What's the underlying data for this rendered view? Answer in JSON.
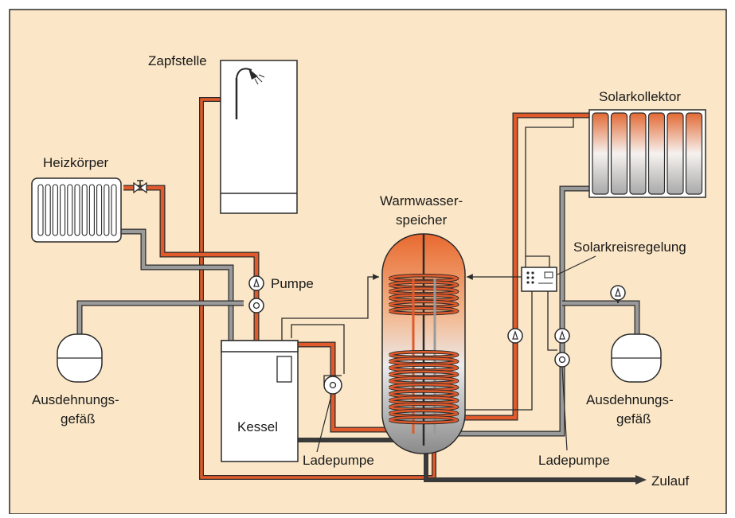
{
  "labels": {
    "zapfstelle": "Zapfstelle",
    "heizkoerper": "Heizkörper",
    "solarkollektor": "Solarkollektor",
    "speicher_line1": "Warmwasser-",
    "speicher_line2": "speicher",
    "solarkreisregelung": "Solarkreisregelung",
    "pumpe": "Pumpe",
    "ausdehnung_left_line1": "Ausdehnungs-",
    "ausdehnung_left_line2": "gefäß",
    "ausdehnung_right_line1": "Ausdehnungs-",
    "ausdehnung_right_line2": "gefäß",
    "kessel": "Kessel",
    "ladepumpe_left": "Ladepumpe",
    "ladepumpe_right": "Ladepumpe",
    "zulauf": "Zulauf"
  },
  "colors": {
    "background": "#fbe7c7",
    "hot_pipe": "#e05a2b",
    "return_pipe": "#9a9a9a",
    "cold_pipe": "#3a3a3a",
    "outline": "#2a2a2a",
    "component_fill": "#ffffff"
  },
  "icons": {
    "shower": "shower-head-icon",
    "valve": "valve-icon",
    "pump": "pump-icon",
    "gauge": "gauge-icon",
    "controller": "controller-icon"
  }
}
